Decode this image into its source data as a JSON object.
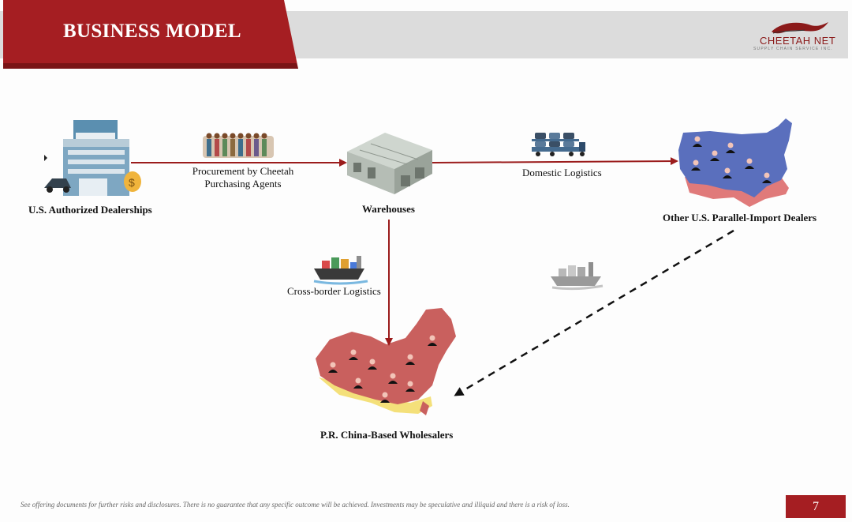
{
  "header": {
    "title": "BUSINESS MODEL"
  },
  "logo": {
    "name": "CHEETAH NET",
    "tagline": "SUPPLY CHAIN SERVICE INC."
  },
  "nodes": {
    "dealerships": "U.S. Authorized Dealerships",
    "warehouses": "Warehouses",
    "parallel_dealers": "Other U.S. Parallel-Import Dealers",
    "wholesalers": "P.R. China-Based Wholesalers"
  },
  "edges": {
    "procurement_line1": "Procurement by Cheetah",
    "procurement_line2": "Purchasing Agents",
    "domestic": "Domestic Logistics",
    "cross_border": "Cross-border Logistics"
  },
  "footer": {
    "disclaimer": "See offering documents for further risks and disclosures. There is no guarantee that any specific outcome will be achieved. Investments may be speculative and illiquid and there is a risk of loss.",
    "page_number": "7"
  },
  "colors": {
    "brand_red": "#a51e22",
    "arrow_red": "#9b1c1c",
    "usa_blue": "#5a6fbd",
    "china_red": "#c9605e"
  }
}
